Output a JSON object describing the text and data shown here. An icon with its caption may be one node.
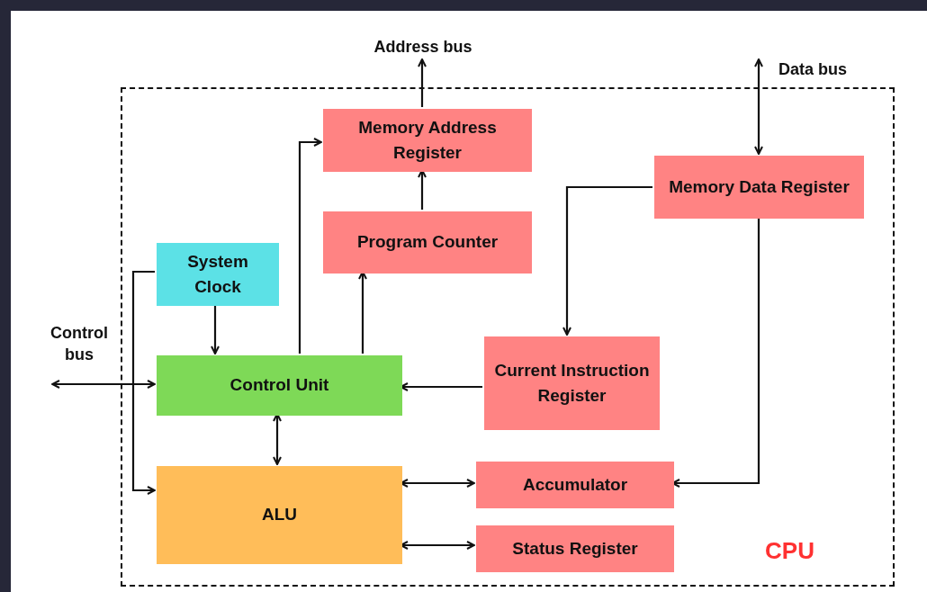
{
  "diagram": {
    "nodes": [
      {
        "text": [
          "CPU"
        ]
      },
      {
        "text": [
          "Memory Address Register"
        ],
        "in": 0
      },
      {
        "text": [
          "Program Counter"
        ],
        "in": 0
      },
      {
        "text": [
          "Memory Data Register"
        ],
        "in": 0
      },
      {
        "text": [
          "System Clock"
        ],
        "in": 0
      },
      {
        "text": [
          "Control Unit"
        ],
        "in": 0
      },
      {
        "text": [
          "Current Instruction Register"
        ],
        "in": 0
      },
      {
        "text": [
          "ALU"
        ],
        "in": 0
      },
      {
        "text": [
          "Accumulator"
        ],
        "in": 0
      },
      {
        "text": [
          "Status Register"
        ],
        "in": 0
      },
      {
        "text": [
          "Address bus"
        ]
      },
      {
        "text": [
          "Data bus"
        ]
      },
      {
        "text": [
          "Control bus"
        ]
      }
    ],
    "edges": [
      {
        "from": 1,
        "to": 10,
        "arrow": "to"
      },
      {
        "from": 2,
        "to": 1,
        "arrow": "to"
      },
      {
        "from": 11,
        "to": 3,
        "arrow": "both"
      },
      {
        "from": 3,
        "to": 6,
        "arrow": "to"
      },
      {
        "from": 3,
        "to": 8,
        "arrow": "to"
      },
      {
        "from": 5,
        "to": 1,
        "arrow": "to"
      },
      {
        "from": 5,
        "to": 2,
        "arrow": "to"
      },
      {
        "from": 4,
        "to": 5,
        "arrow": "to"
      },
      {
        "from": 4,
        "to": 7,
        "arrow": "to"
      },
      {
        "from": 12,
        "to": 5,
        "arrow": "both"
      },
      {
        "from": 6,
        "to": 5,
        "arrow": "to"
      },
      {
        "from": 5,
        "to": 7,
        "arrow": "both"
      },
      {
        "from": 7,
        "to": 8,
        "arrow": "both"
      },
      {
        "from": 7,
        "to": 9,
        "arrow": "both"
      }
    ]
  }
}
